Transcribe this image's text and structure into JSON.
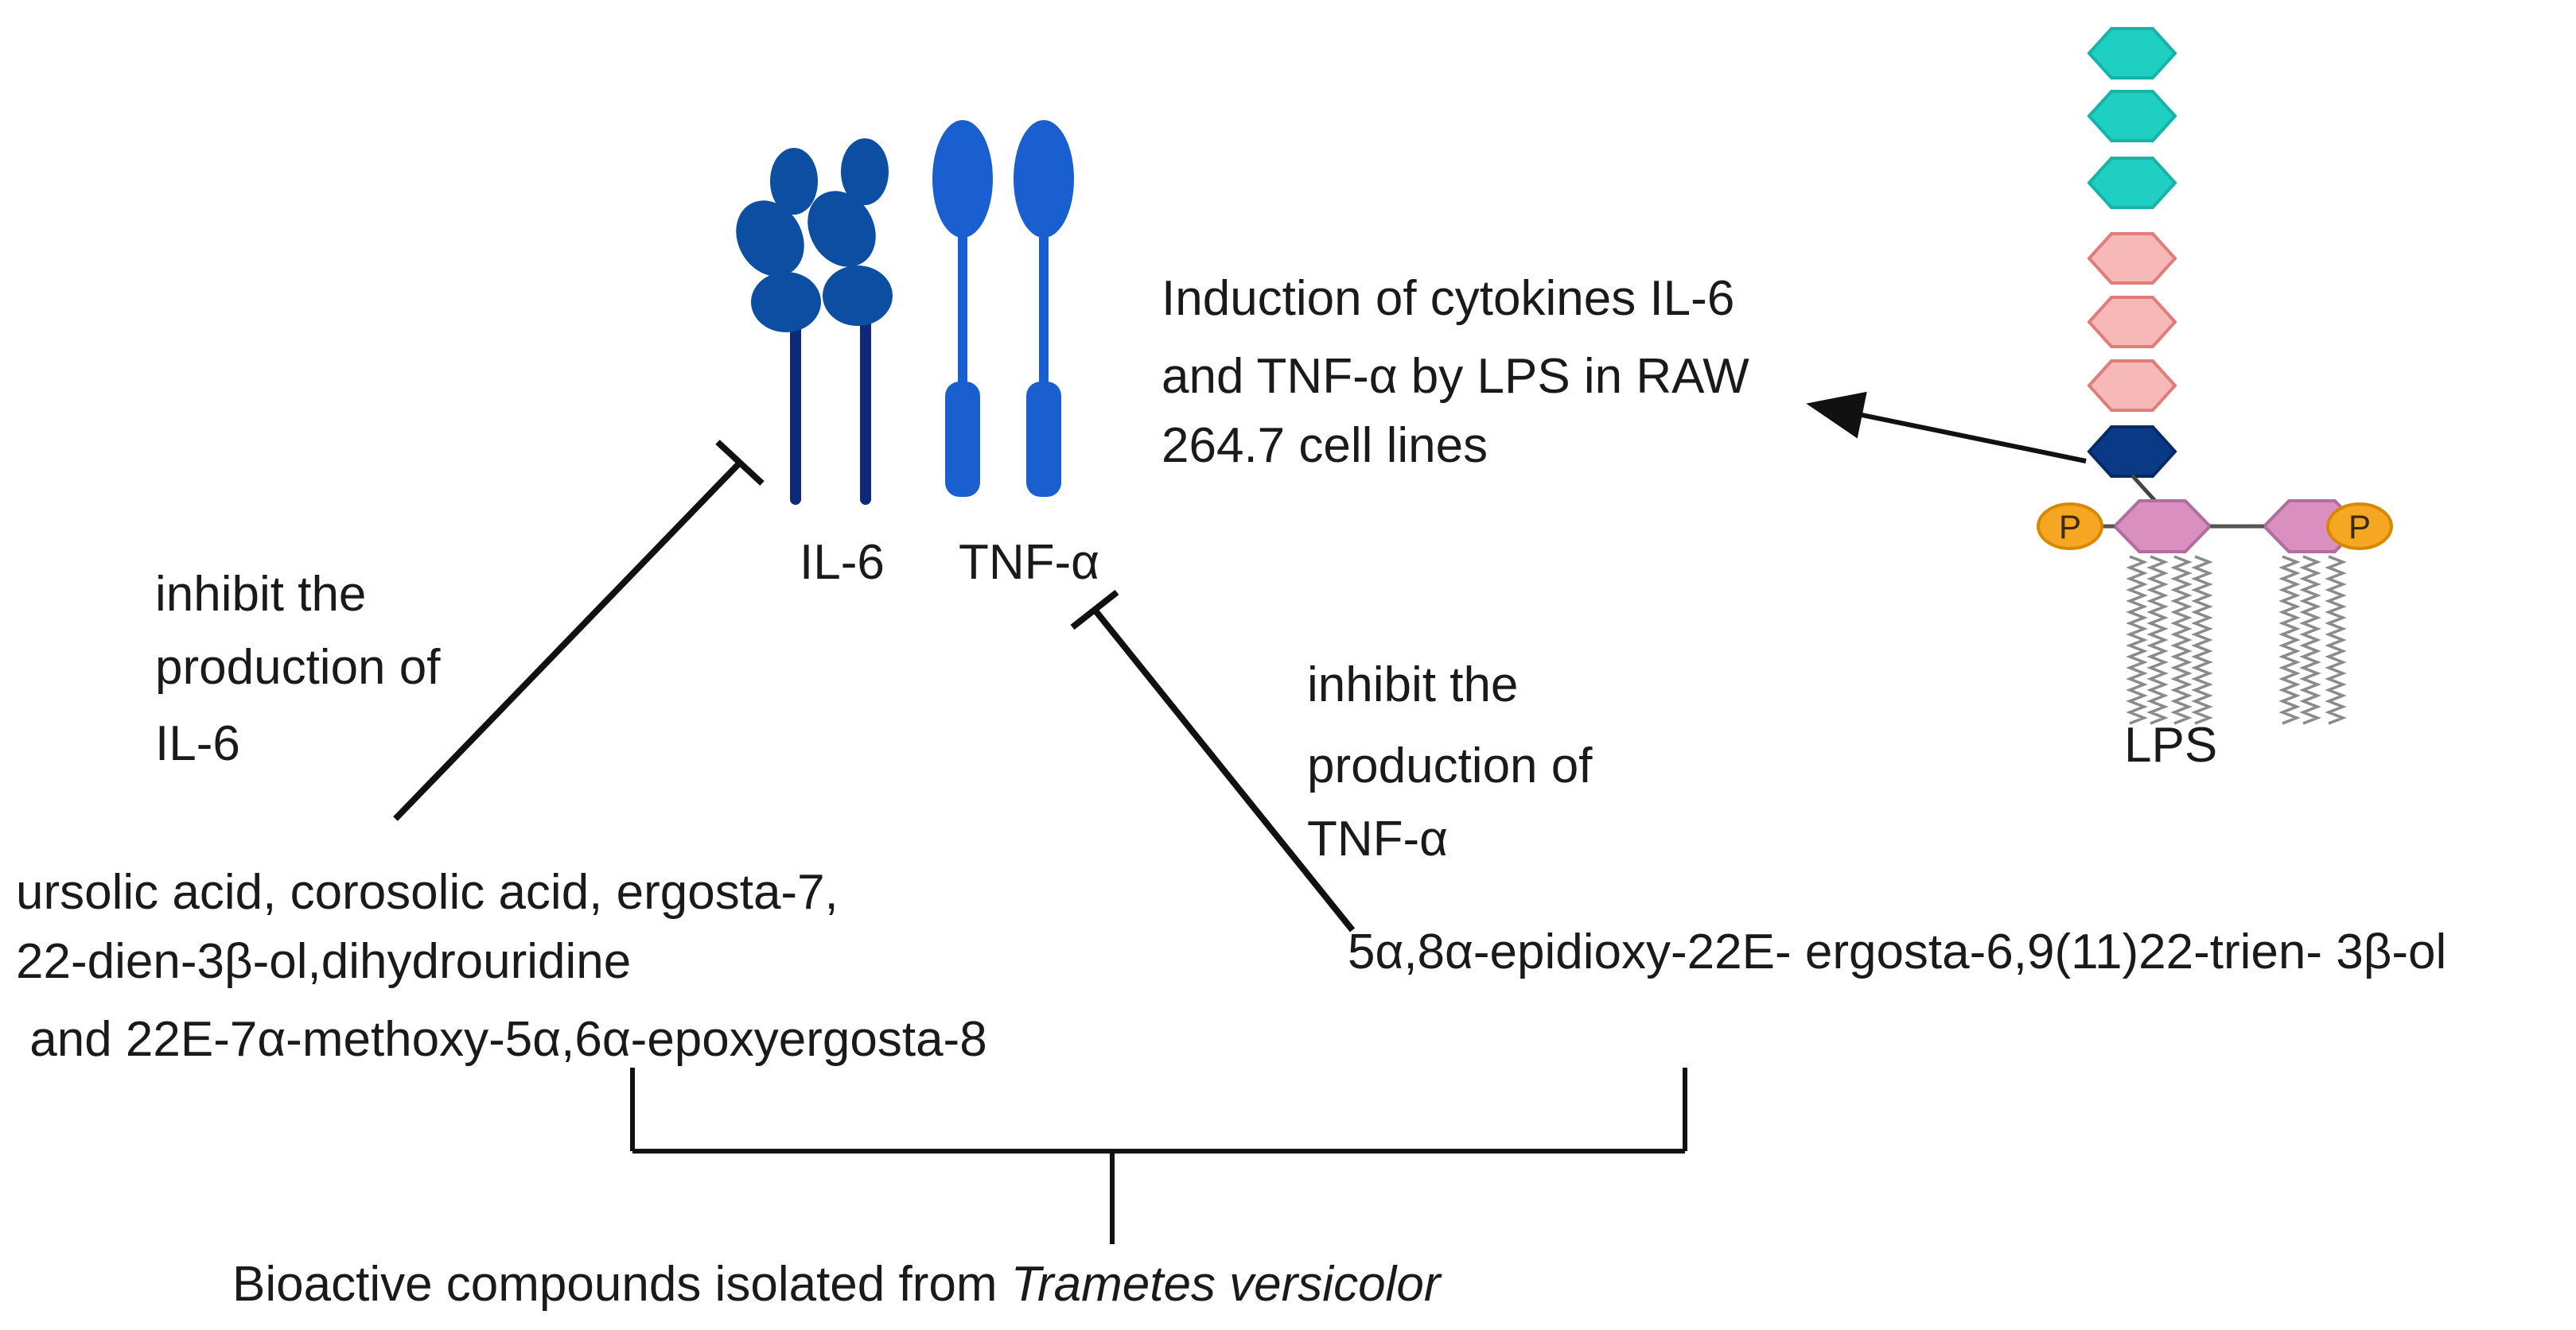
{
  "receptors": {
    "il6_label": "IL-6",
    "tnf_label": "TNF-α"
  },
  "lps": {
    "label": "LPS",
    "phosphate_label": "P",
    "induction_text": [
      "Induction of cytokines IL-6",
      "and TNF-α by LPS in RAW",
      "264.7 cell lines"
    ]
  },
  "inhibit_il6": [
    "inhibit the",
    "production of",
    "IL-6"
  ],
  "inhibit_tnf": [
    "inhibit the",
    "production of",
    "TNF-α"
  ],
  "compounds_left": [
    "ursolic acid, corosolic acid, ergosta-7,",
    "22-dien-3β-ol,dihydrouridine",
    " and 22E-7α-methoxy-5α,6α-epoxyergosta-8"
  ],
  "compound_right": "5α,8α-epidioxy-22E- ergosta-6,9(11)22-trien- 3β-ol",
  "footer": {
    "prefix": "Bioactive compounds isolated from ",
    "species": "Trametes versicolor"
  },
  "colors": {
    "il6_receptor": "#0b4ea2",
    "il6_stalk": "#0d2a7a",
    "tnf_receptor": "#1a5fd0",
    "teal_sugar": "#1ecfc2",
    "pink_sugar": "#f7b9b7",
    "navy_sugar": "#0a3a86",
    "lipid_a": "#d98fc0",
    "phosphate": "#f5a623",
    "line": "#111111"
  }
}
